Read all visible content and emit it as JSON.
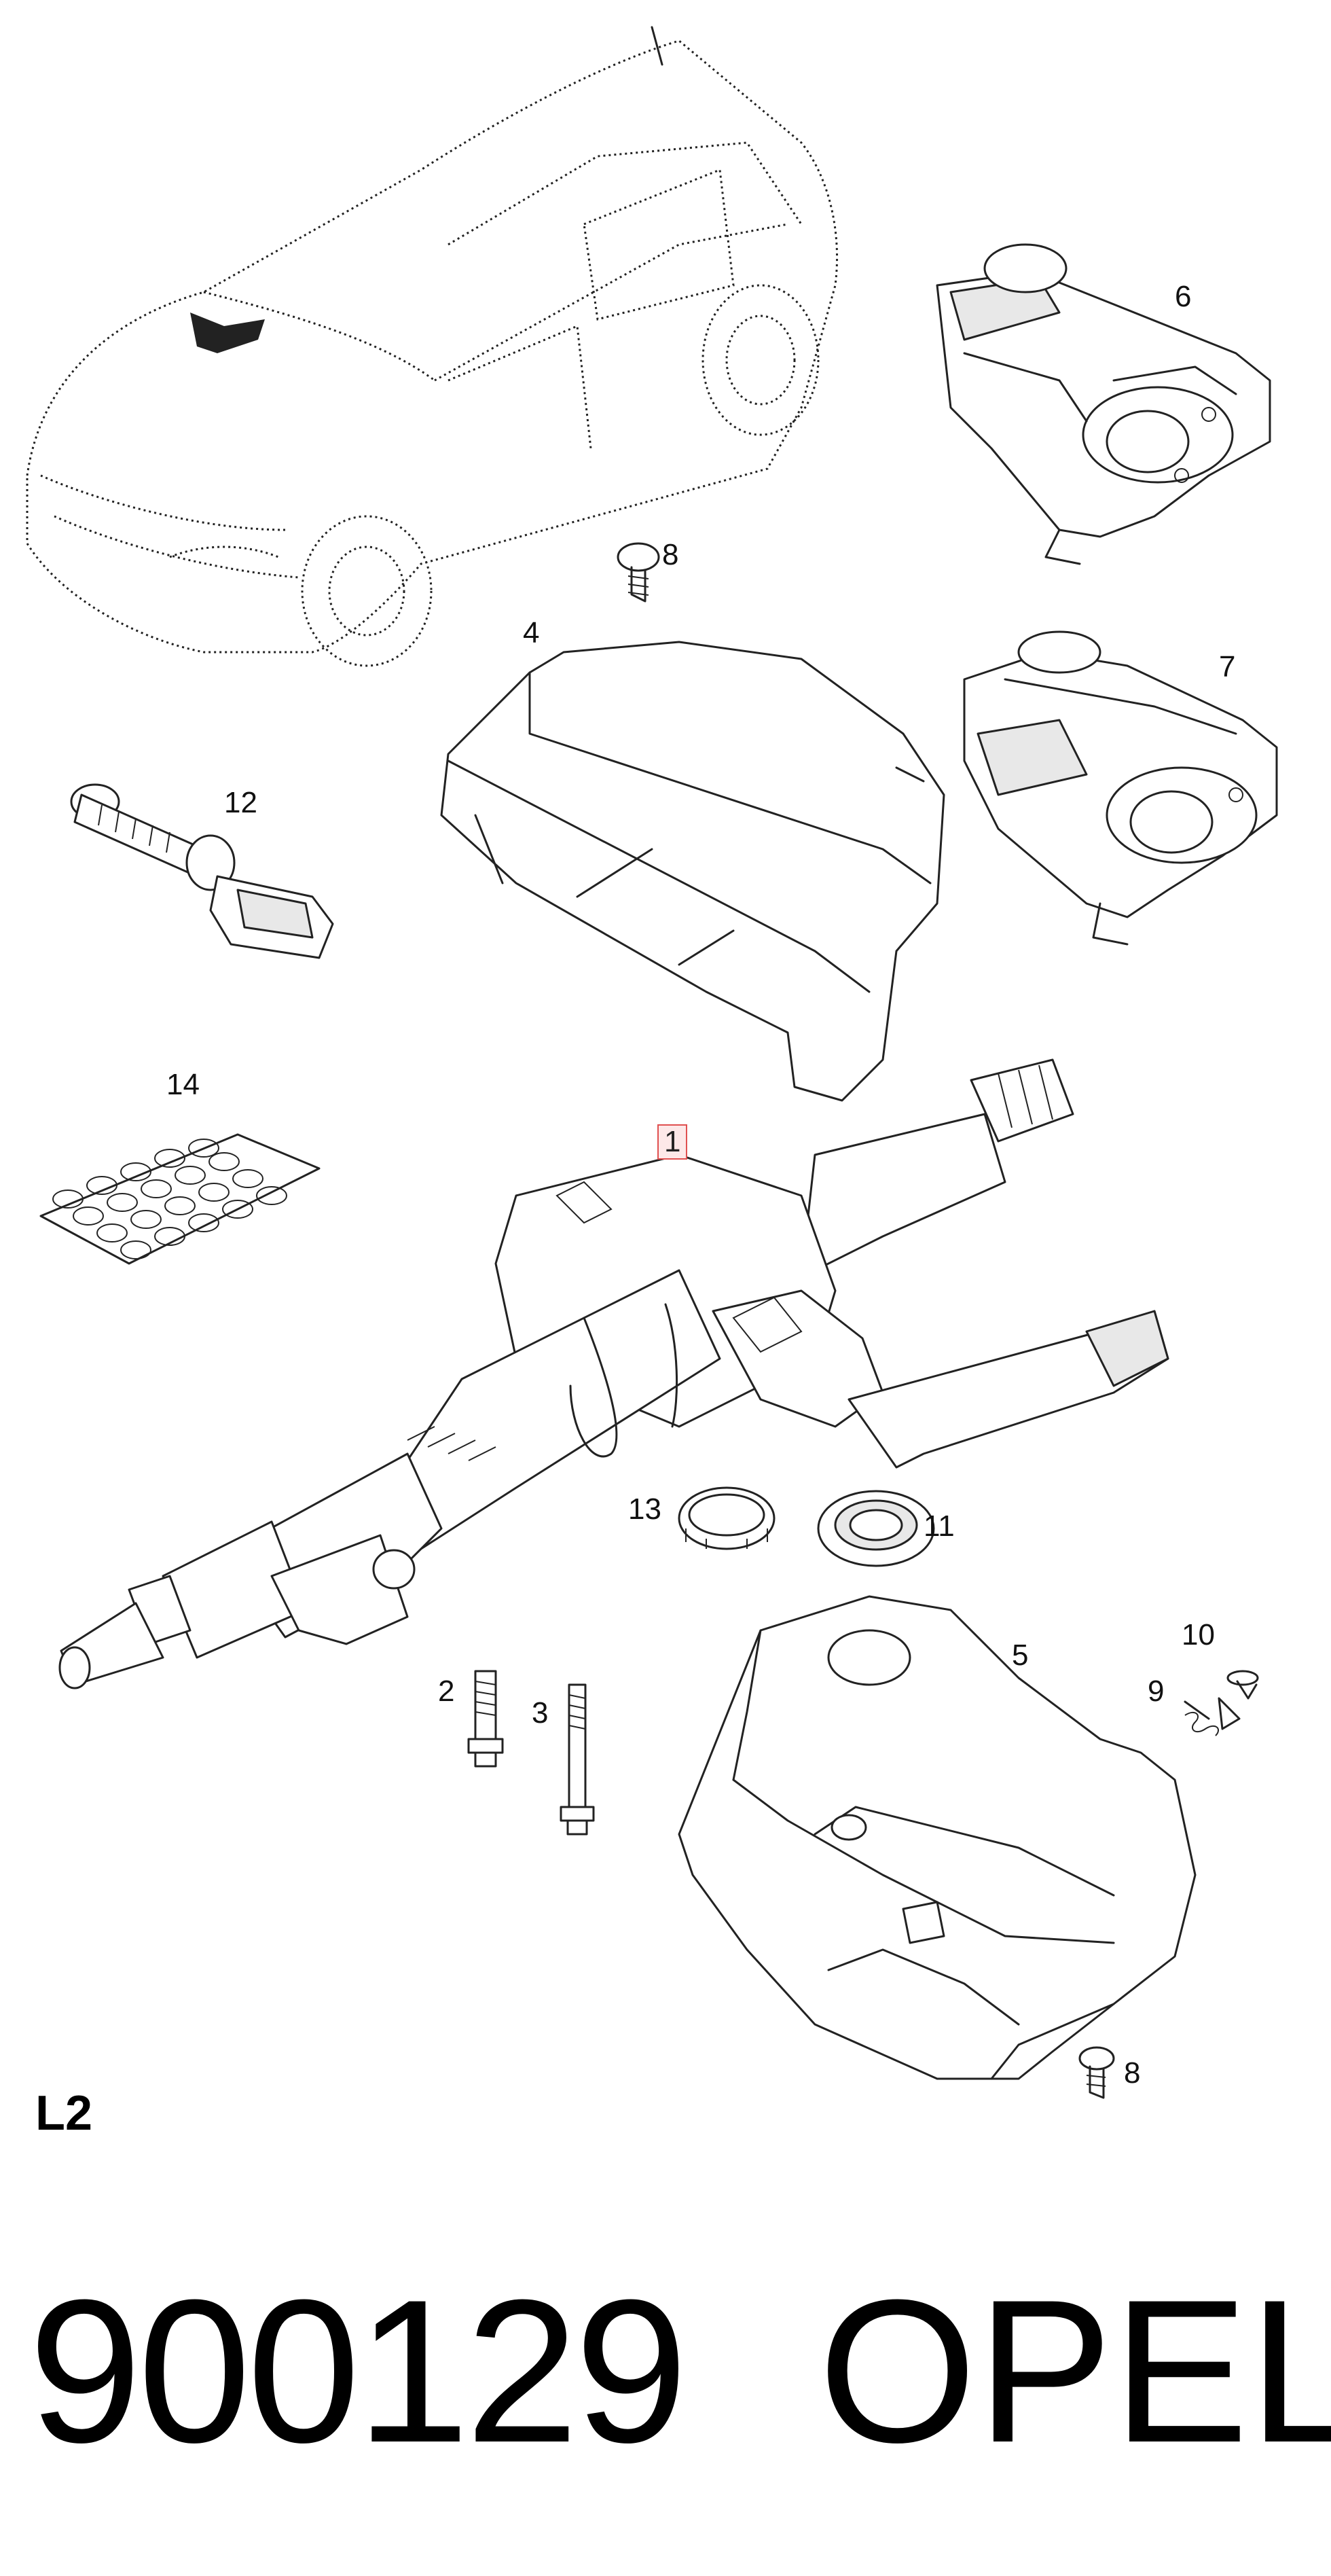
{
  "callouts": {
    "c1": "1",
    "c2": "2",
    "c3": "3",
    "c4": "4",
    "c5": "5",
    "c6": "6",
    "c7": "7",
    "c8a": "8",
    "c8b": "8",
    "c9": "9",
    "c10": "10",
    "c11": "11",
    "c12": "12",
    "c13": "13",
    "c14": "14"
  },
  "group_label": "L2",
  "part_number": "900129",
  "brand": "OPEL",
  "colors": {
    "line": "#222222",
    "highlight_border": "#e05050",
    "highlight_fill": "#fde8e8"
  }
}
